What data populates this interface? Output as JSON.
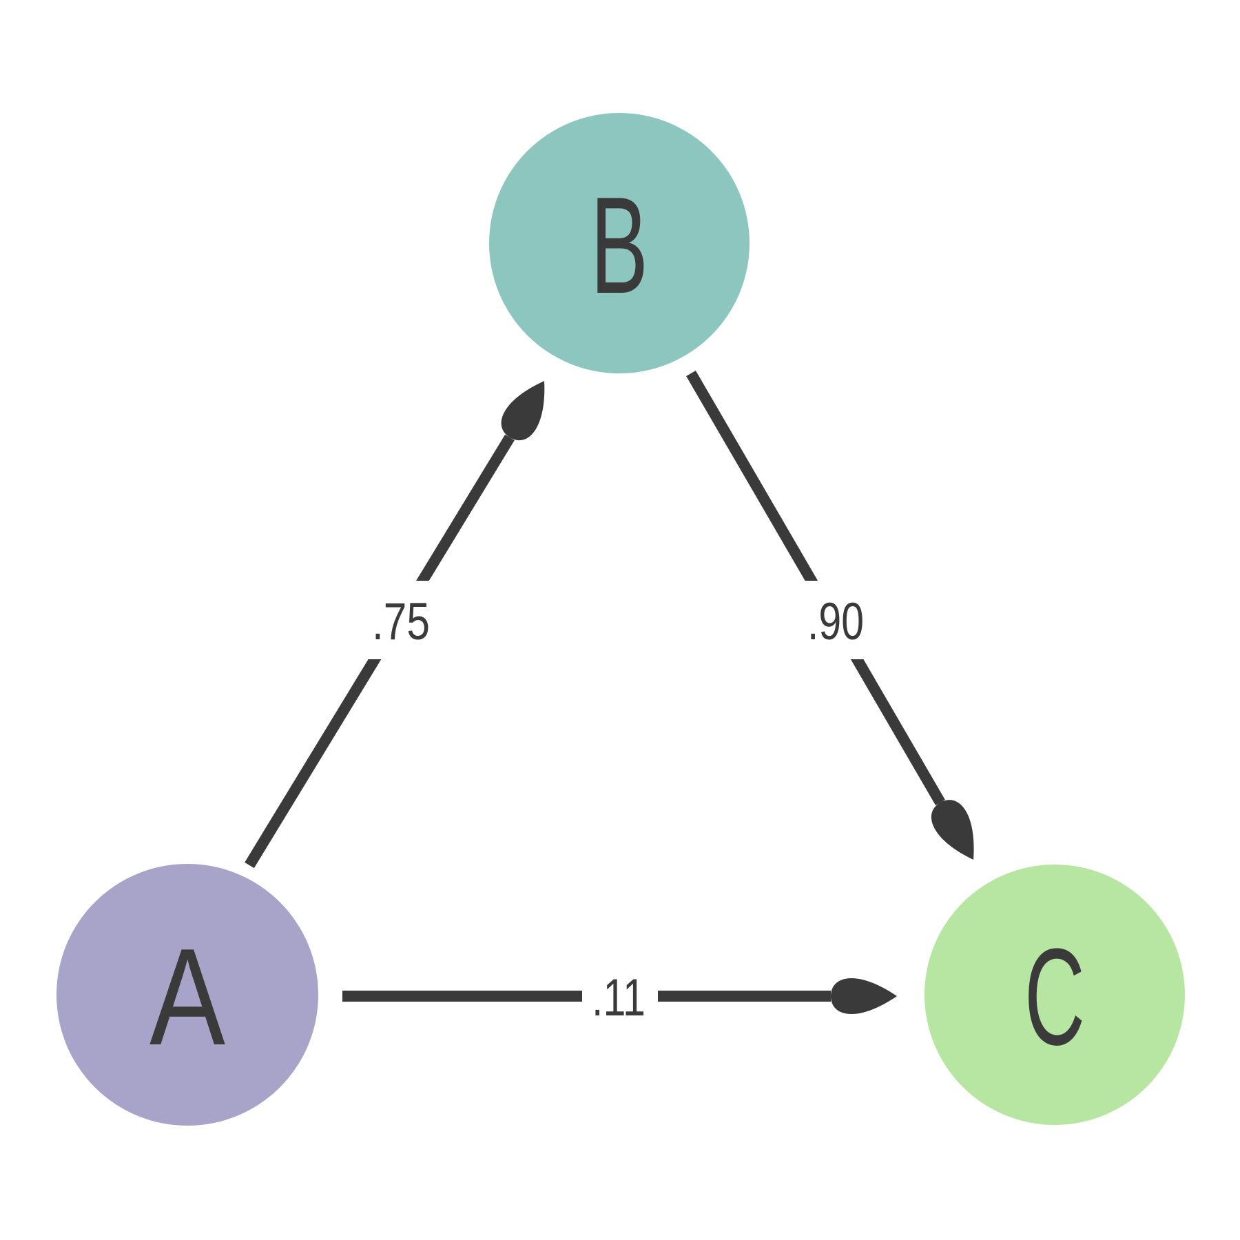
{
  "styles": {
    "background": "#ffffff",
    "edge_color": "#3a3a3a",
    "text_color": "#3a3a3a"
  },
  "nodes": [
    {
      "id": "A",
      "label": "A",
      "color": "#a8a3c8"
    },
    {
      "id": "B",
      "label": "B",
      "color": "#8dc5bf"
    },
    {
      "id": "C",
      "label": "C",
      "color": "#b7e5a2"
    }
  ],
  "edges": [
    {
      "from": "A",
      "to": "B",
      "weight": ".75"
    },
    {
      "from": "B",
      "to": "C",
      "weight": ".90"
    },
    {
      "from": "A",
      "to": "C",
      "weight": ".11"
    }
  ]
}
